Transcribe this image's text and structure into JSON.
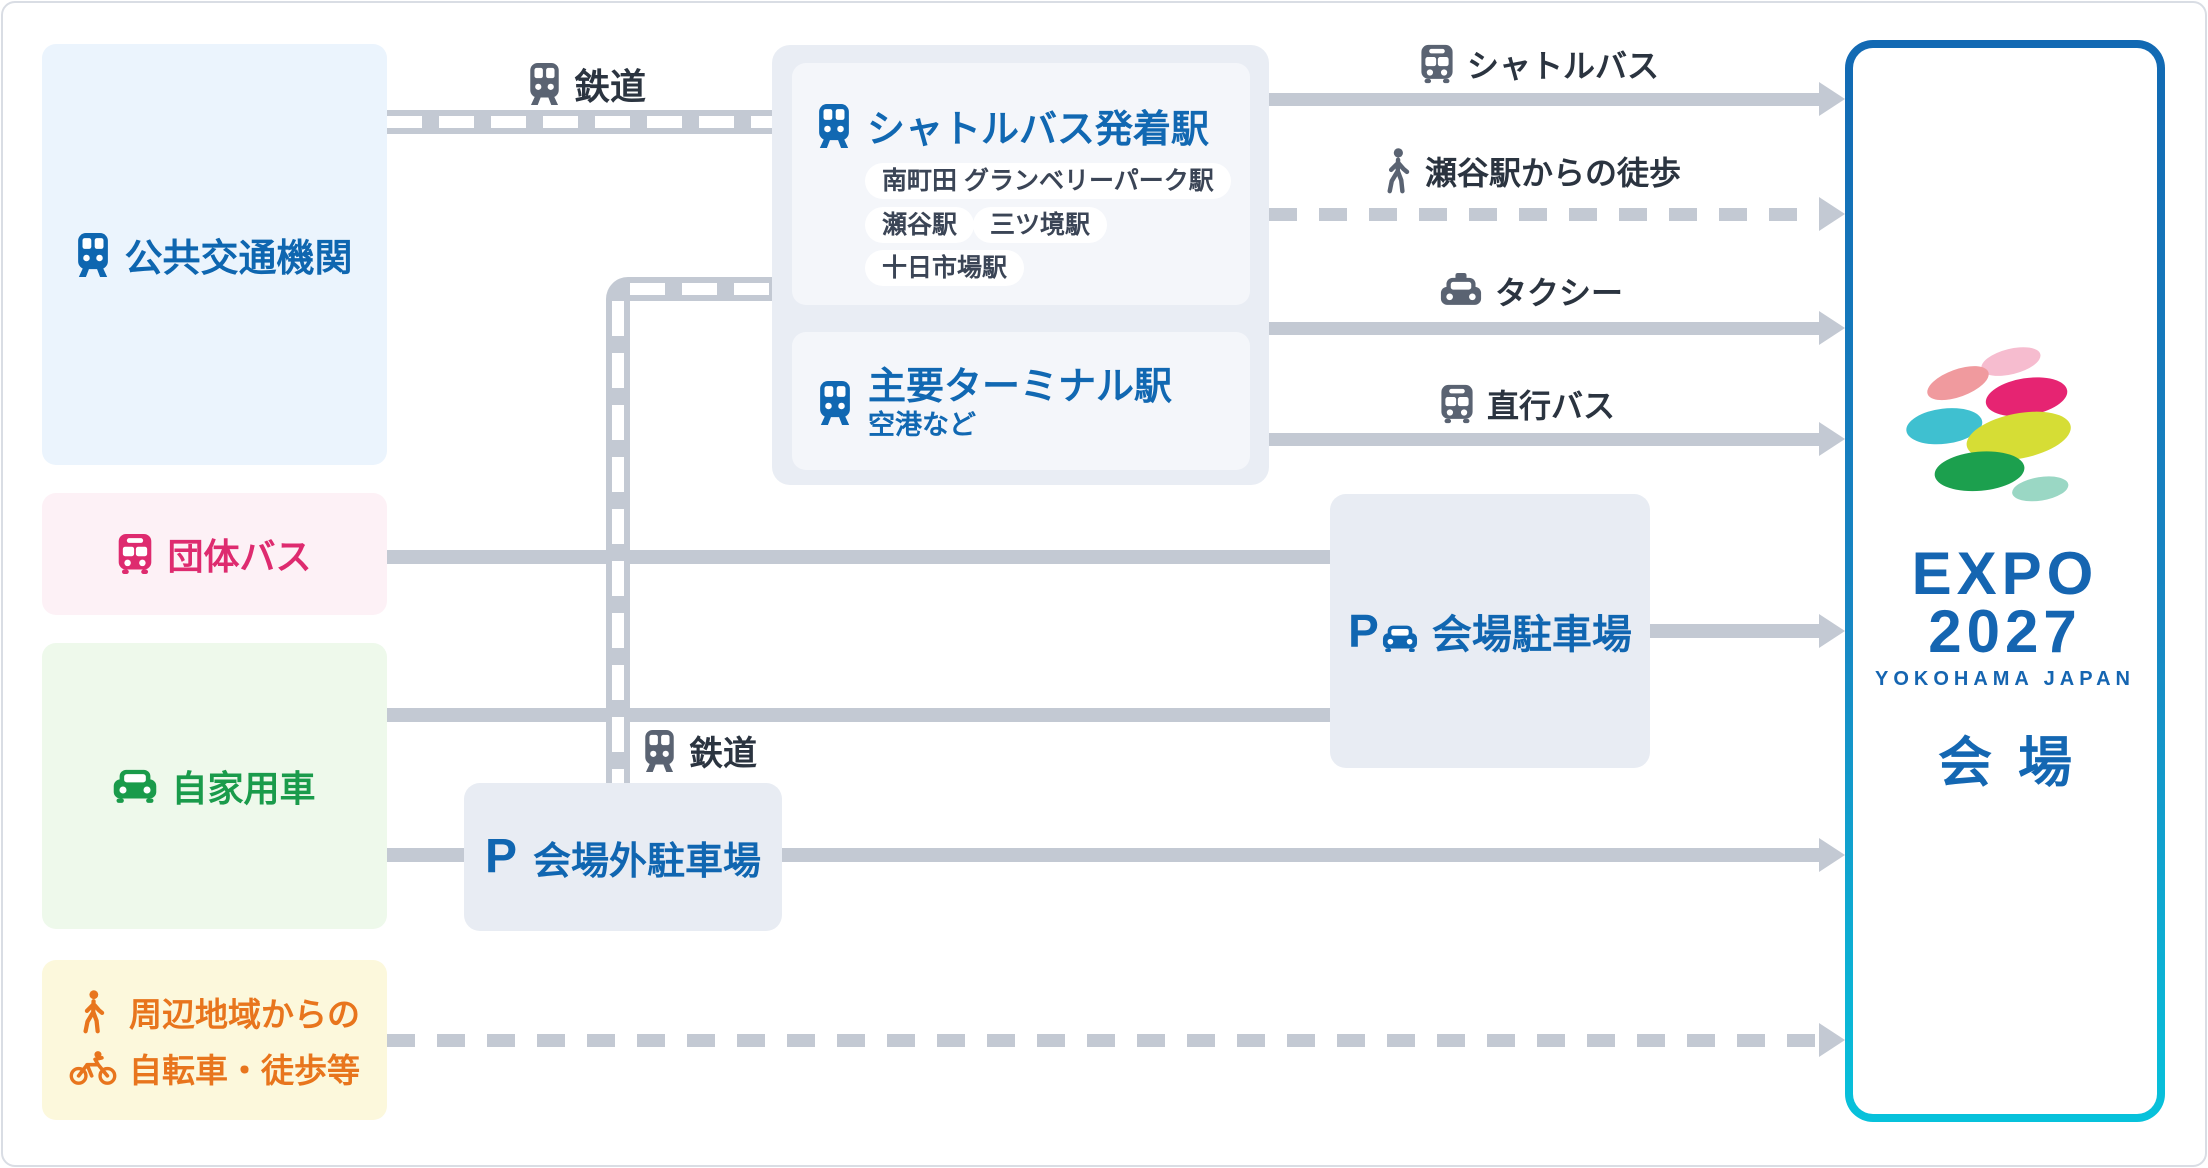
{
  "diagram": {
    "sources": {
      "public_transport": {
        "label": "公共交通機関",
        "icon": "train-icon",
        "bg": "#EBF4FD",
        "color": "#0E66B0"
      },
      "group_bus": {
        "label": "団体バス",
        "icon": "bus-icon",
        "bg": "#FDF1F6",
        "color": "#DE2B6F"
      },
      "private_car": {
        "label": "自家用車",
        "icon": "car-icon",
        "bg": "#EEF9EB",
        "color": "#1A9B4B"
      },
      "local_area": {
        "label_line1": "周辺地域からの",
        "label_line2": "自転車・徒歩等",
        "icon_line1": "walk-icon",
        "icon_line2": "bicycle-icon",
        "bg": "#FCF8DC",
        "color": "#E8751D"
      }
    },
    "hubs": {
      "shuttle_station": {
        "title": "シャトルバス発着駅",
        "icon": "train-icon",
        "stations": [
          "南町田 グランベリーパーク駅",
          "瀬谷駅",
          "三ツ境駅",
          "十日市場駅"
        ]
      },
      "terminal_station": {
        "title": "主要ターミナル駅",
        "subtitle": "空港など",
        "icon": "train-icon"
      },
      "venue_parking": {
        "p_mark": "P",
        "label": "会場駐車場",
        "icon": "parking-car-icon"
      },
      "offsite_parking": {
        "p_mark": "P",
        "label": "会場外駐車場",
        "icon": "parking-icon"
      }
    },
    "edge_labels": {
      "railway_main": "鉄道",
      "railway_branch": "鉄道",
      "shuttle_bus": "シャトルバス",
      "walk_from_seya": "瀬谷駅からの徒歩",
      "taxi": "タクシー",
      "direct_bus": "直行バス"
    },
    "venue": {
      "expo": "EXPO",
      "year": "2027",
      "subtitle": "YOKOHAMA JAPAN",
      "label": "会場"
    },
    "colors": {
      "line_gray": "#C3C9D3",
      "heading_blue": "#1168B2",
      "label_dark": "#2B3440",
      "icon_slate": "#5A6372",
      "pink": "#DE2B6F",
      "green": "#1A9B4B",
      "orange": "#E8751D",
      "venue_border_top": "#1269B3",
      "venue_border_bottom": "#07C2DB",
      "logo_colors": [
        "#F6BCCF",
        "#F09A9E",
        "#E62472",
        "#3FC0D0",
        "#D6DD35",
        "#1CA04E",
        "#9AD7C4"
      ]
    }
  }
}
